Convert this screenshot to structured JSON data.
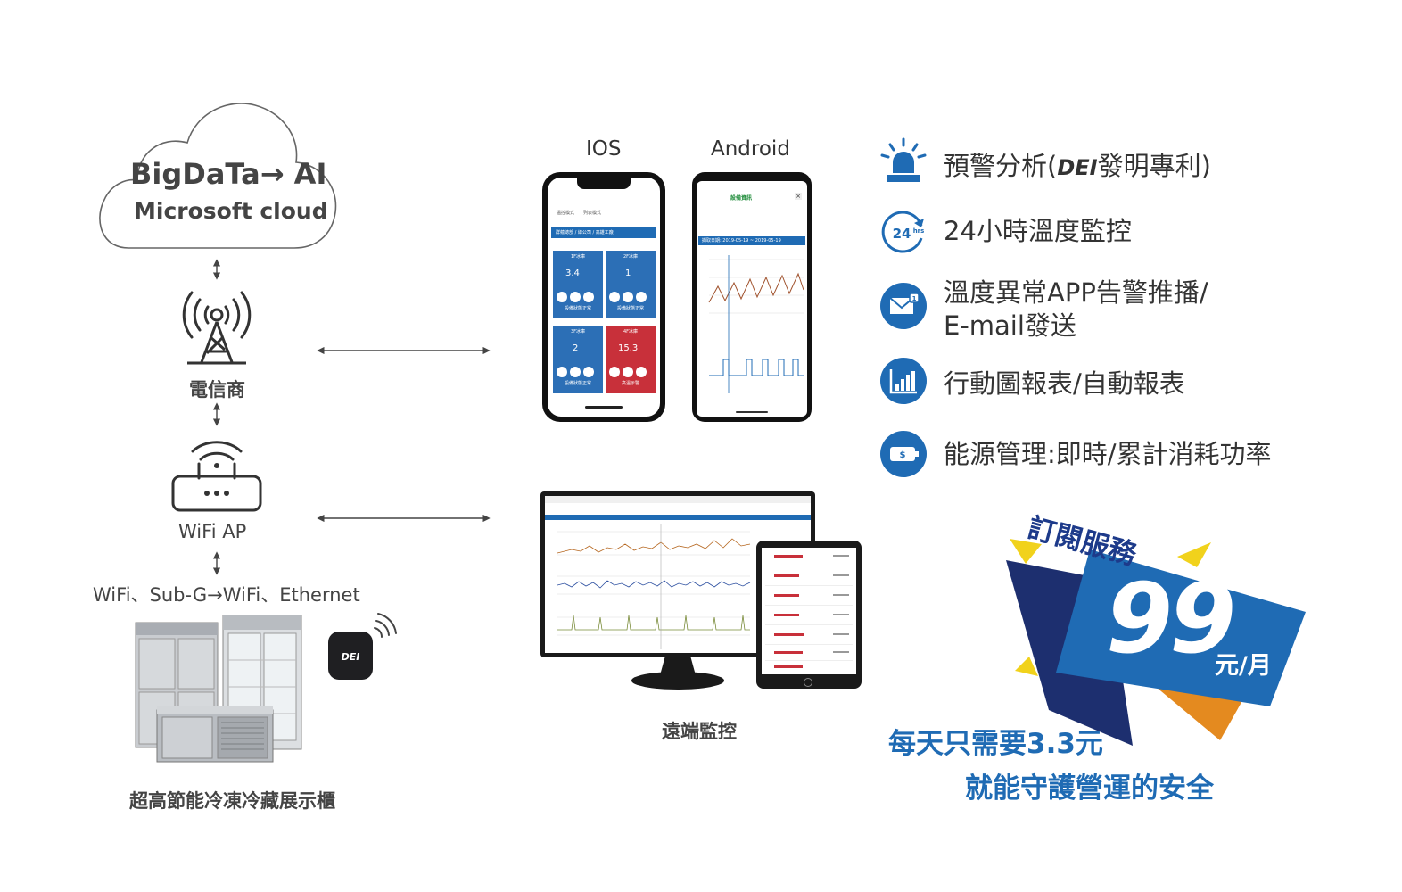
{
  "cloud": {
    "title": "BigDaTa→ AI",
    "subtitle": "Microsoft cloud"
  },
  "labels": {
    "telecom": "電信商",
    "wifi_ap": "WiFi AP",
    "connectivity": "WiFi、Sub-G→WiFi、Ethernet",
    "fridge": "超高節能冷凍冷藏展示櫃",
    "ios": "IOS",
    "android": "Android",
    "remote": "遠端監控"
  },
  "features": [
    {
      "icon": "alarm-icon",
      "text_a": "預警分析(",
      "brand": "DEI",
      "text_b": "發明專利)"
    },
    {
      "icon": "24hrs-clock-icon",
      "text": "24小時溫度監控"
    },
    {
      "icon": "email-notification-icon",
      "line1": "溫度異常APP告警推播/",
      "line2": "E-mail發送"
    },
    {
      "icon": "bar-chart-icon",
      "text": "行動圖報表/自動報表"
    },
    {
      "icon": "battery-icon",
      "text": "能源管理:即時/累計消耗功率"
    }
  ],
  "badge": {
    "heading": "訂閱服務",
    "price": "99",
    "unit": "元/月"
  },
  "tagline": {
    "line1": "每天只需要3.3元",
    "line2": "就能守護營運的安全"
  },
  "ios_app": {
    "tab1": "溫控模式",
    "tab2": "列表模式",
    "location": "群蘊總部 / 總公司 / 高雄工廠",
    "tiles": [
      {
        "name": "1F冰庫",
        "value": "3.4",
        "status": "設備狀態正常",
        "alert": false
      },
      {
        "name": "2F冰庫",
        "value": "1",
        "status": "設備狀態正常",
        "alert": false
      },
      {
        "name": "3F冰庫",
        "value": "2",
        "status": "設備狀態正常",
        "alert": false
      },
      {
        "name": "4F冰庫",
        "value": "15.3",
        "status": "高溫示警",
        "alert": true
      }
    ]
  },
  "android_app": {
    "title": "設備資訊",
    "date_range": "擷取日期: 2019-05-19 ~ 2019-05-19"
  },
  "colors": {
    "primary": "#1f6bb4",
    "navy": "#1d2f6f",
    "orange": "#e48a1f",
    "yellow": "#f1d21c",
    "alert": "#c8303a"
  }
}
